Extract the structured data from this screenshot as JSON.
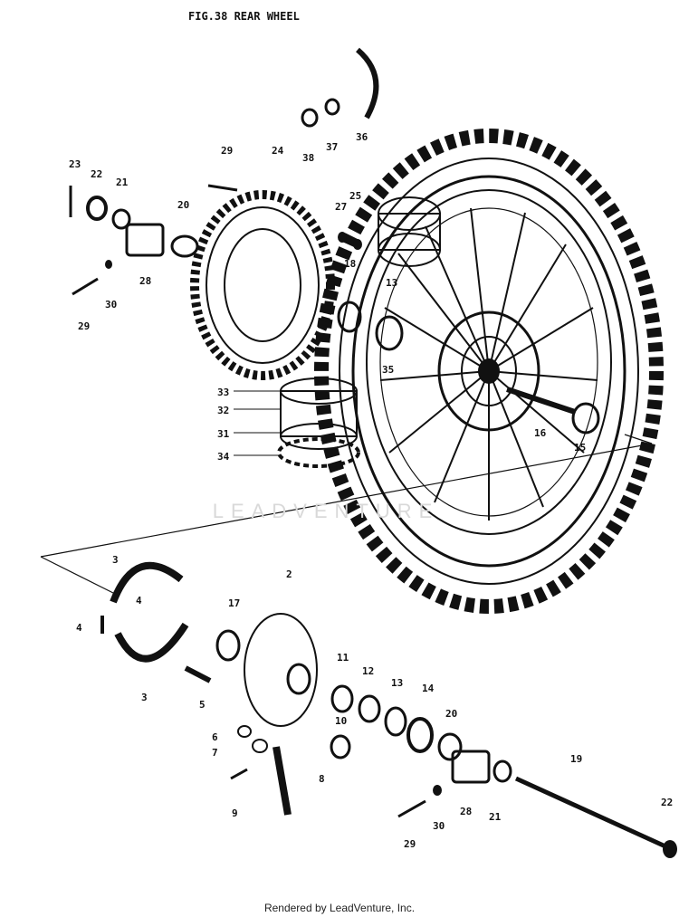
{
  "diagram": {
    "title": "FIG.38  REAR WHEEL",
    "labels": [
      "23",
      "22",
      "21",
      "20",
      "29",
      "24",
      "27",
      "25",
      "38",
      "37",
      "36",
      "28",
      "30",
      "29",
      "18",
      "13",
      "33",
      "35",
      "32",
      "31",
      "34",
      "16",
      "15",
      "3",
      "4",
      "4",
      "3",
      "17",
      "2",
      "5",
      "6",
      "7",
      "9",
      "8",
      "11",
      "12",
      "13",
      "14",
      "10",
      "20",
      "28",
      "21",
      "19",
      "22",
      "30",
      "29"
    ]
  },
  "footer": {
    "text": "Rendered by LeadVenture, Inc."
  },
  "watermark": {
    "text": "LEADVENTURE"
  }
}
